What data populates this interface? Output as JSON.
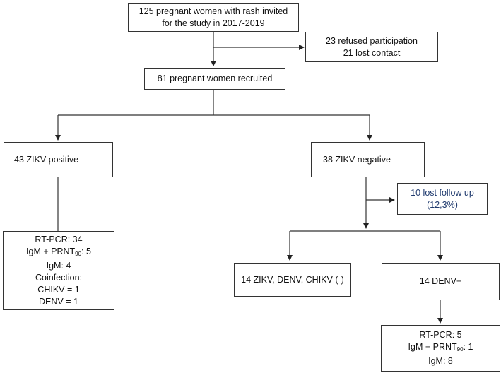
{
  "flow": {
    "invited": {
      "line1": "125 pregnant women with rash invited",
      "line2": "for the study in 2017-2019"
    },
    "excluded": {
      "line1": "23 refused participation",
      "line2": "21 lost contact"
    },
    "recruited": "81 pregnant women recruited",
    "zikv_positive": "43 ZIKV positive",
    "zikv_negative": "38 ZIKV negative",
    "lost_follow_up": {
      "line1": "10 lost follow up",
      "line2": "(12,3%)"
    },
    "zikv_pos_details": {
      "rtpcr": "RT-PCR: 34",
      "igm_prnt_prefix": "IgM + PRNT",
      "prnt_sub": "90",
      "igm_prnt_suffix": ": 5",
      "igm": "IgM: 4",
      "coinfection": "Coinfection:",
      "chikv": "CHIKV = 1",
      "denv": "DENV = 1"
    },
    "triple_negative": "14 ZIKV, DENV, CHIKV (-)",
    "denv_positive": "14 DENV+",
    "denv_details": {
      "rtpcr": "RT-PCR: 5",
      "igm_prnt_prefix": "IgM + PRNT",
      "prnt_sub": "90",
      "igm_prnt_suffix": ": 1",
      "igm": "IgM: 8"
    }
  },
  "colors": {
    "text": "#111111",
    "border": "#333333",
    "accent_text": "#1f3a6e"
  }
}
